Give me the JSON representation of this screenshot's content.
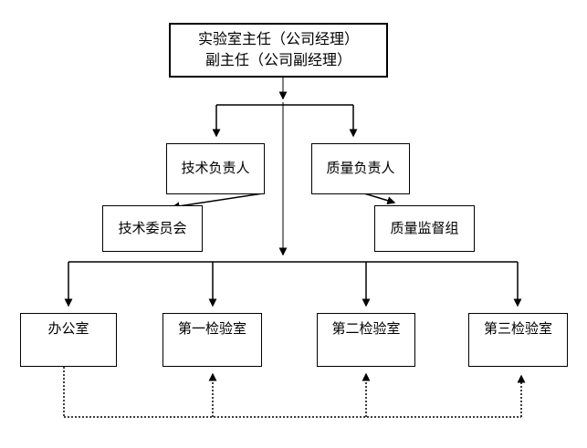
{
  "diagram": {
    "title": "laboratory-organization-chart",
    "nodes": {
      "director": {
        "line1": "实验室主任（公司经理）",
        "line2": "副主任（公司副经理）"
      },
      "tech_lead": {
        "label": "技术负责人"
      },
      "quality_lead": {
        "label": "质量负责人"
      },
      "tech_committee": {
        "label": "技术委员会"
      },
      "quality_group": {
        "label": "质量监督组"
      },
      "office": {
        "label": "办公室"
      },
      "lab_one": {
        "label": "第一检验室"
      },
      "lab_two": {
        "label": "第二检验室"
      },
      "lab_three": {
        "label": "第三检验室"
      }
    },
    "edges": [
      {
        "from": "director",
        "to": "tech_lead",
        "style": "solid-arrow"
      },
      {
        "from": "director",
        "to": "quality_lead",
        "style": "solid-arrow"
      },
      {
        "from": "tech_lead",
        "to": "tech_committee",
        "style": "solid-arrow-diagonal"
      },
      {
        "from": "quality_lead",
        "to": "quality_group",
        "style": "solid-arrow-diagonal"
      },
      {
        "from": "director",
        "to": "office",
        "style": "solid-arrow"
      },
      {
        "from": "director",
        "to": "lab_one",
        "style": "solid-arrow"
      },
      {
        "from": "director",
        "to": "lab_two",
        "style": "solid-arrow"
      },
      {
        "from": "director",
        "to": "lab_three",
        "style": "solid-arrow"
      },
      {
        "from": "office",
        "to": "lab_one",
        "style": "dotted-arrow-up"
      },
      {
        "from": "office",
        "to": "lab_two",
        "style": "dotted-arrow-up"
      },
      {
        "from": "office",
        "to": "lab_three",
        "style": "dotted-arrow-up"
      }
    ],
    "colors": {
      "line": "#000000",
      "trunk_line": "#808080",
      "box_border": "#000000",
      "text": "#000000",
      "background": "#ffffff"
    }
  }
}
